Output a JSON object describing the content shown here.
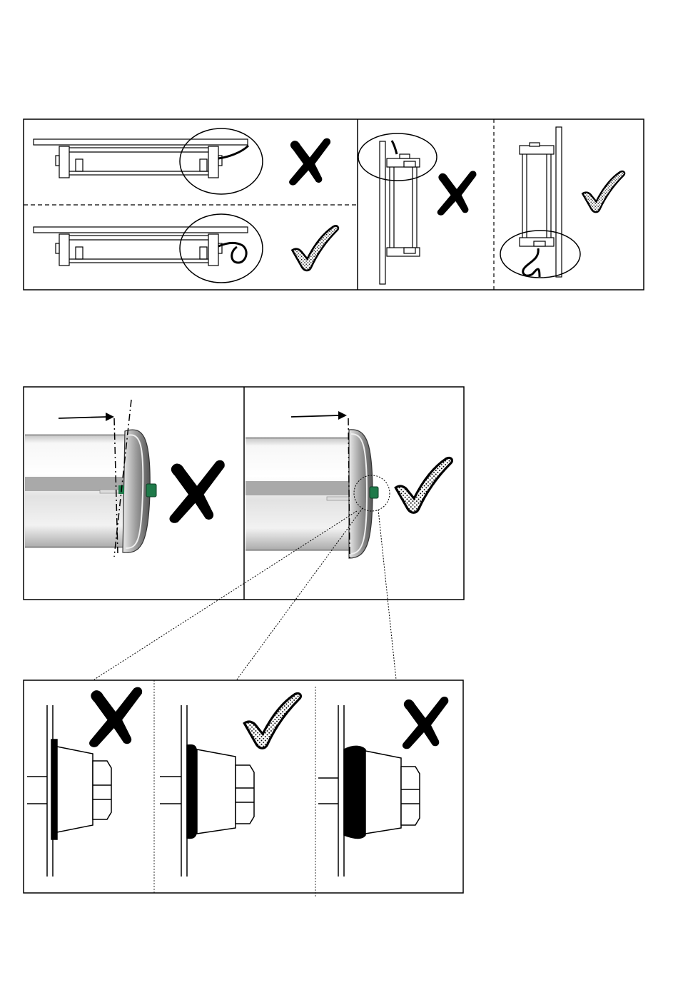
{
  "colors": {
    "line": "#000000",
    "body_fill": "#ffffff",
    "tube_light": "#f4f4f4",
    "tube_mid": "#cfcfcf",
    "tube_band": "#a9a9a9",
    "gland": "#1f7a4a",
    "cap": "#8a8a8a"
  },
  "icons": {
    "wrong": "cross-mark-icon",
    "correct": "check-mark-icon"
  },
  "sections": [
    {
      "id": "cable-routing-horizontal-wrong",
      "verdict": "wrong"
    },
    {
      "id": "cable-routing-horizontal-correct",
      "verdict": "correct"
    },
    {
      "id": "cable-routing-vertical-wrong",
      "verdict": "wrong"
    },
    {
      "id": "cable-routing-vertical-correct",
      "verdict": "correct"
    },
    {
      "id": "end-cap-tilted",
      "verdict": "wrong"
    },
    {
      "id": "end-cap-flush",
      "verdict": "correct"
    },
    {
      "id": "gland-seal-under-tightened",
      "verdict": "wrong"
    },
    {
      "id": "gland-seal-correct",
      "verdict": "correct"
    },
    {
      "id": "gland-seal-over-tightened",
      "verdict": "wrong"
    }
  ]
}
